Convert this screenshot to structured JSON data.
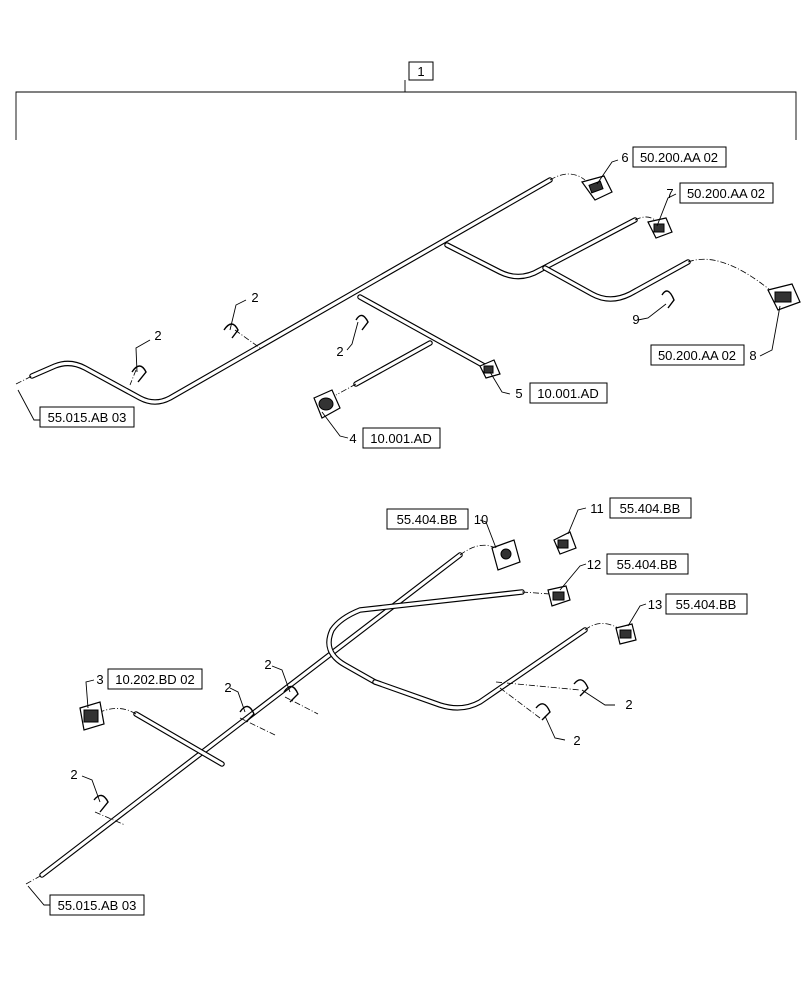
{
  "assembly_ref": "1",
  "refs": {
    "r55015_top": "55.015.AB 03",
    "r55015_bot": "55.015.AB 03",
    "r50200_6": "50.200.AA 02",
    "r50200_7": "50.200.AA 02",
    "r50200_8": "50.200.AA 02",
    "r10001_5": "10.001.AD",
    "r10001_4": "10.001.AD",
    "r55404_10": "55.404.BB",
    "r55404_11": "55.404.BB",
    "r55404_12": "55.404.BB",
    "r55404_13": "55.404.BB",
    "r10202_3": "10.202.BD 02"
  },
  "items": {
    "n2": "2",
    "n3": "3",
    "n4": "4",
    "n5": "5",
    "n6": "6",
    "n7": "7",
    "n8": "8",
    "n9": "9",
    "n10": "10",
    "n11": "11",
    "n12": "12",
    "n13": "13"
  }
}
